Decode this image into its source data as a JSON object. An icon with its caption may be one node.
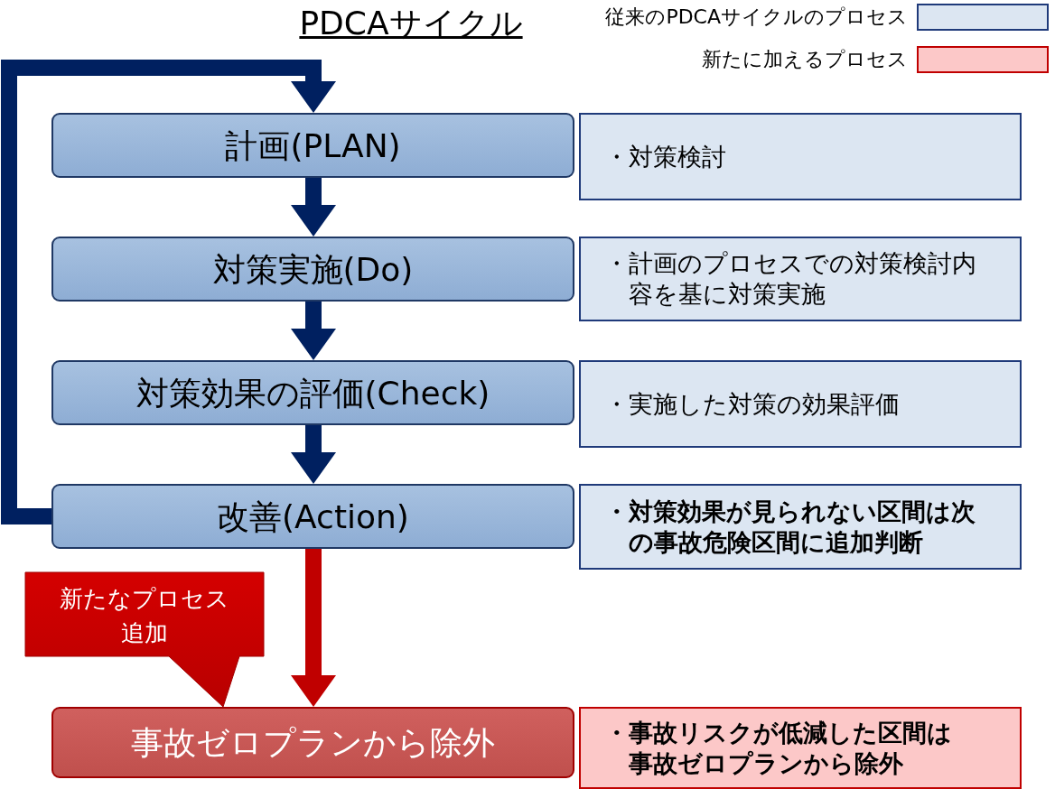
{
  "diagram": {
    "title": "PDCAサイクル",
    "nodes": [
      {
        "text": [
          "計画(PLAN)"
        ]
      },
      {
        "text": [
          "・対策検討"
        ]
      },
      {
        "text": [
          "対策実施(Do)"
        ]
      },
      {
        "text": [
          "・計画のプロセスでの対策検討内容を基に対策実施"
        ]
      },
      {
        "text": [
          "対策効果の評価(Check)"
        ]
      },
      {
        "text": [
          "・実施した対策の効果評価"
        ]
      },
      {
        "text": [
          "改善(Action)"
        ]
      },
      {
        "text": [
          "・対策効果が見られない区間は次の事故危険区間に追加判断"
        ]
      },
      {
        "text": [
          "新たなプロセス追加"
        ]
      },
      {
        "text": [
          "事故ゼロプランから除外"
        ]
      },
      {
        "text": [
          "・事故リスクが低減した区間は事故ゼロプランから除外"
        ]
      }
    ],
    "edges": [
      {
        "from": 0,
        "to": 2,
        "arrow": "to"
      },
      {
        "from": 2,
        "to": 4,
        "arrow": "to"
      },
      {
        "from": 4,
        "to": 6,
        "arrow": "to"
      },
      {
        "from": 6,
        "to": 0,
        "arrow": "to"
      },
      {
        "from": 6,
        "to": 9,
        "arrow": "to",
        "color": "#c00000"
      }
    ],
    "legend": [
      {
        "text": "従来のPDCAサイクルのプロセス",
        "color": "#dce6f2"
      },
      {
        "text": "新たに加えるプロセス",
        "color": "#fcc8c8"
      }
    ]
  }
}
